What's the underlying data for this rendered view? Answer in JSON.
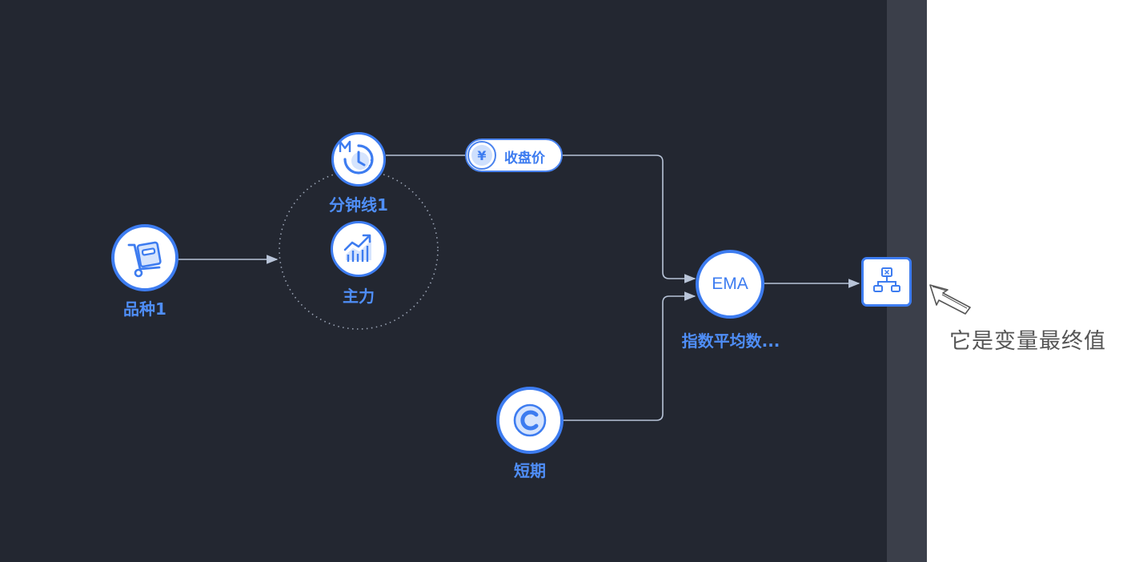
{
  "nodes": {
    "instrument": {
      "label": "品种1",
      "icon": "cart-icon"
    },
    "minute_line": {
      "label": "分钟线1",
      "icon": "minute-clock-icon"
    },
    "main_force": {
      "label": "主力",
      "icon": "trend-chart-icon"
    },
    "short_term": {
      "label": "短期",
      "icon": "constant-c-icon"
    },
    "ema": {
      "text": "EMA",
      "label": "指数平均数..."
    },
    "variable": {
      "icon": "variable-icon"
    }
  },
  "edge_labels": {
    "close_price": {
      "icon": "yen-icon",
      "symbol": "¥",
      "label": "收盘价"
    }
  },
  "annotation": {
    "text": "它是变量最终值",
    "icon": "hand-drawn-arrow-icon"
  },
  "colors": {
    "canvas_bg": "#232731",
    "side_panel_bg": "#3b3f4a",
    "accent": "#3d7cf0",
    "label": "#4f8ef7",
    "edge": "#b8c4d8"
  }
}
